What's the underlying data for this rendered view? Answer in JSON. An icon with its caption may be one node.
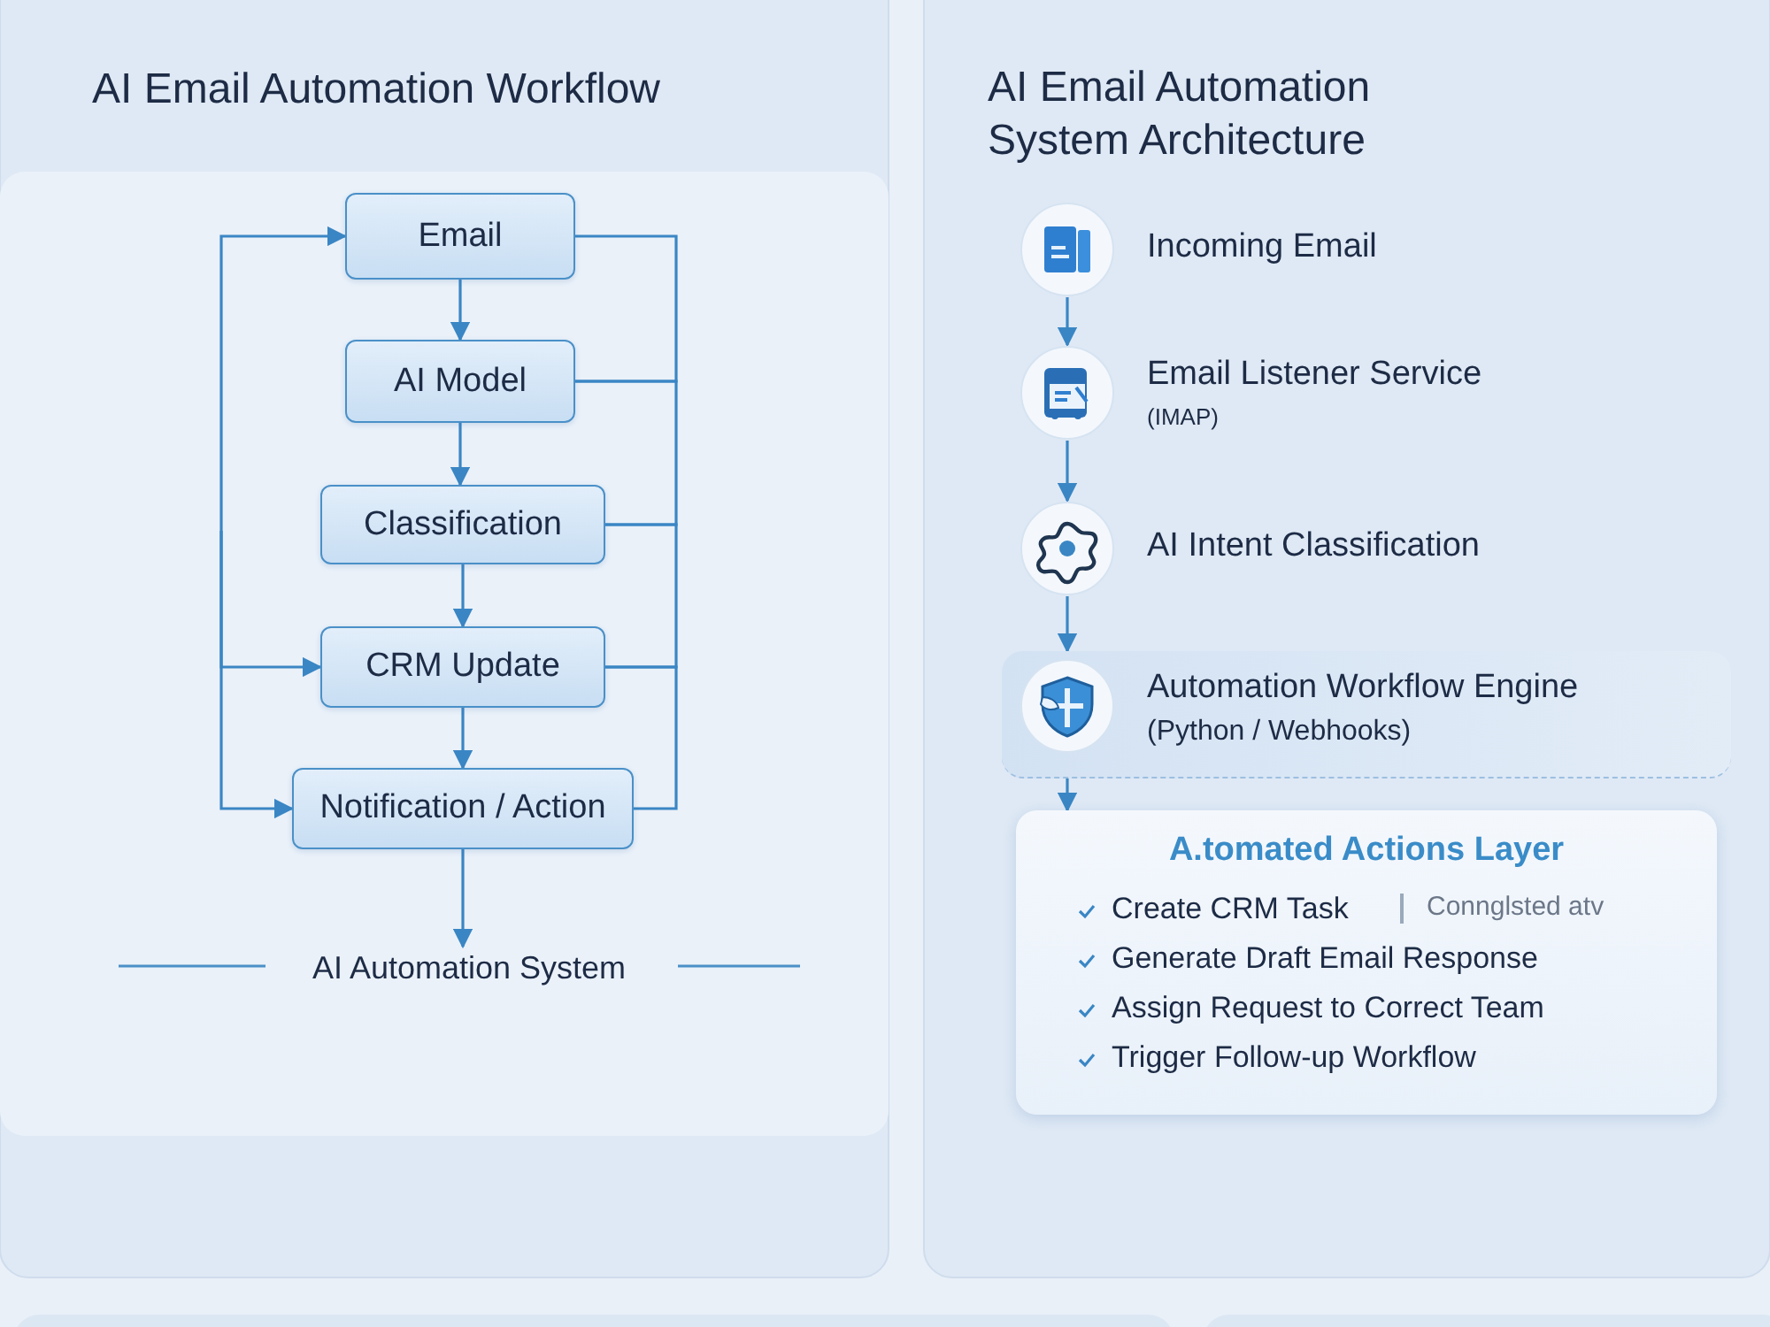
{
  "diagram": {
    "nodes": [
      {
        "text": [
          "Email"
        ]
      },
      {
        "text": [
          "AI Model"
        ]
      },
      {
        "text": [
          "Classification"
        ]
      },
      {
        "text": [
          "CRM Update"
        ]
      },
      {
        "text": [
          "Notification / Action"
        ]
      },
      {
        "text": [
          "AI Automation System"
        ]
      },
      {
        "text": [
          "Incoming Email"
        ]
      },
      {
        "text": [
          "Email Listener Service",
          "(IMAP)"
        ]
      },
      {
        "text": [
          "AI Intent Classification"
        ]
      },
      {
        "text": [
          "Automation Workflow Engine",
          "(Python / Webhooks)"
        ]
      },
      {
        "text": [
          "A.tomated Actions Layer",
          "Create CRM Task",
          "Connglsted atv",
          "Generate Draft Email Response",
          "Assign Request to Correct Team",
          "Trigger Follow-up Workflow"
        ]
      }
    ],
    "edges": [
      {
        "from": 0,
        "to": 1,
        "arrow": "to"
      },
      {
        "from": 1,
        "to": 2,
        "arrow": "to"
      },
      {
        "from": 2,
        "to": 3,
        "arrow": "to"
      },
      {
        "from": 3,
        "to": 4,
        "arrow": "to"
      },
      {
        "from": 4,
        "to": 5,
        "arrow": "to"
      },
      {
        "from": 0,
        "to": 1,
        "arrow": "none"
      },
      {
        "from": 1,
        "to": 2,
        "arrow": "none"
      },
      {
        "from": 2,
        "to": 3,
        "arrow": "none"
      },
      {
        "from": 3,
        "to": 4,
        "arrow": "none"
      },
      {
        "from": null,
        "to": 0,
        "arrow": "to"
      },
      {
        "from": null,
        "to": 3,
        "arrow": "to"
      },
      {
        "from": null,
        "to": 4,
        "arrow": "to"
      },
      {
        "from": 6,
        "to": 7,
        "arrow": "to"
      },
      {
        "from": 7,
        "to": 8,
        "arrow": "to"
      },
      {
        "from": 8,
        "to": 9,
        "arrow": "to"
      },
      {
        "from": 9,
        "to": 10,
        "arrow": "to"
      }
    ],
    "labels": [
      "AI Email Automation Workflow",
      "AI Email Automation System Architecture"
    ]
  }
}
